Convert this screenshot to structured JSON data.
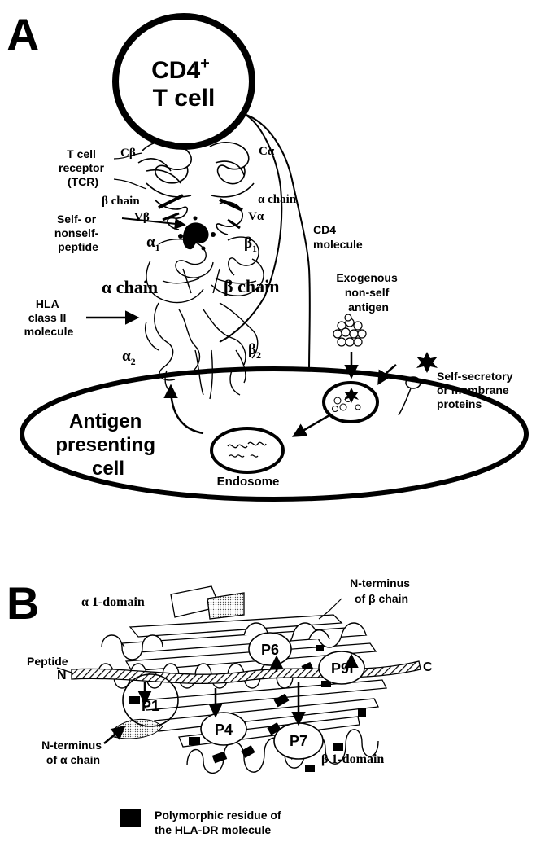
{
  "panel_a": {
    "letter": "A",
    "t_cell": {
      "line1": "CD4",
      "sup": "+",
      "line2": "T cell"
    },
    "tcr": {
      "line1": "T cell",
      "line2": "receptor",
      "line3": "(TCR)"
    },
    "c_beta": "Cβ",
    "c_alpha": "Cα",
    "beta_chain_upper": "β chain",
    "alpha_chain_upper": "α chain",
    "v_beta": "Vβ",
    "v_alpha": "Vα",
    "peptide": {
      "line1": "Self- or",
      "line2": "nonself-",
      "line3": "peptide"
    },
    "alpha1": "α",
    "alpha1_sub": "1",
    "beta1": "β",
    "beta1_sub": "1",
    "cd4": {
      "line1": "CD4",
      "line2": "molecule"
    },
    "alpha_chain": "α chain",
    "beta_chain": "β chain",
    "hla": {
      "line1": "HLA",
      "line2": "class II",
      "line3": "molecule"
    },
    "alpha2": "α",
    "alpha2_sub": "2",
    "beta2": "β",
    "beta2_sub": "2",
    "exogenous": {
      "line1": "Exogenous",
      "line2": "non-self",
      "line3": "antigen"
    },
    "self_secretory": {
      "line1": "Self-secretory",
      "line2": "or membrane",
      "line3": "proteins"
    },
    "apc": {
      "line1": "Antigen",
      "line2": "presenting",
      "line3": "cell"
    },
    "endosome": "Endosome"
  },
  "panel_b": {
    "letter": "B",
    "alpha1_domain": "α 1-domain",
    "n_term_beta": {
      "line1": "N-terminus",
      "line2": "of β chain"
    },
    "peptide": "Peptide",
    "n": "N",
    "c": "C",
    "pockets": [
      "P1",
      "P4",
      "P6",
      "P7",
      "P9"
    ],
    "n_term_alpha": {
      "line1": "N-terminus",
      "line2": "of α chain"
    },
    "beta1_domain": "β 1-domain",
    "legend": {
      "line1": "Polymorphic residue of",
      "line2": "the HLA-DR molecule"
    }
  }
}
